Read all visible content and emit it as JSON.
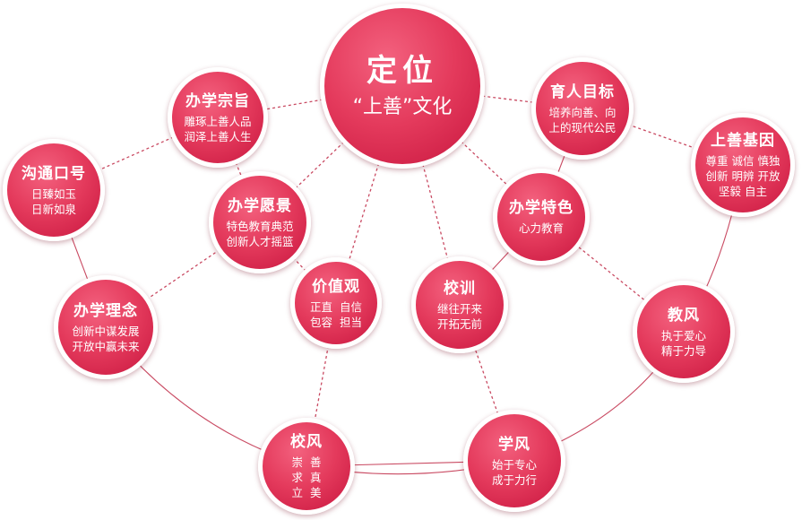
{
  "colors": {
    "node_fill": "#e43a5c",
    "node_dark": "#c8163f",
    "node_light": "#f3617e",
    "border": "#ffffff",
    "link": "#c94a62"
  },
  "nodes": {
    "center": {
      "title": "定位",
      "lines": [
        "“上善”文化"
      ]
    },
    "zongzhi": {
      "title": "办学宗旨",
      "lines": [
        "雕琢上善人品",
        "润泽上善人生"
      ]
    },
    "goutong": {
      "title": "沟通口号",
      "lines": [
        "日臻如玉",
        "日新如泉"
      ]
    },
    "yujing": {
      "title": "办学愿景",
      "lines": [
        "特色教育典范",
        "创新人才摇篮"
      ]
    },
    "linian": {
      "title": "办学理念",
      "lines": [
        "创新中谋发展",
        "开放中赢未来"
      ]
    },
    "jiazhi": {
      "title": "价值观",
      "lines": [
        "正直  自信",
        "包容  担当"
      ]
    },
    "xiaoxun": {
      "title": "校训",
      "lines": [
        "继往开来",
        "开拓无前"
      ]
    },
    "mubiao": {
      "title": "育人目标",
      "lines": [
        "培养向善、向",
        "上的现代公民"
      ]
    },
    "jiyin": {
      "title": "上善基因",
      "lines": [
        "尊重 诚信 慎独",
        "创新 明辨 开放",
        "坚毅 自主"
      ]
    },
    "tese": {
      "title": "办学特色",
      "lines": [
        "心力教育"
      ]
    },
    "jiaofeng": {
      "title": "教风",
      "lines": [
        "执于爱心",
        "精于力导"
      ]
    },
    "xiaofeng": {
      "title": "校风",
      "lines": [
        "崇  善",
        "求  真",
        "立  美"
      ]
    },
    "xuefeng": {
      "title": "学风",
      "lines": [
        "始于专心",
        "成于力行"
      ]
    }
  }
}
